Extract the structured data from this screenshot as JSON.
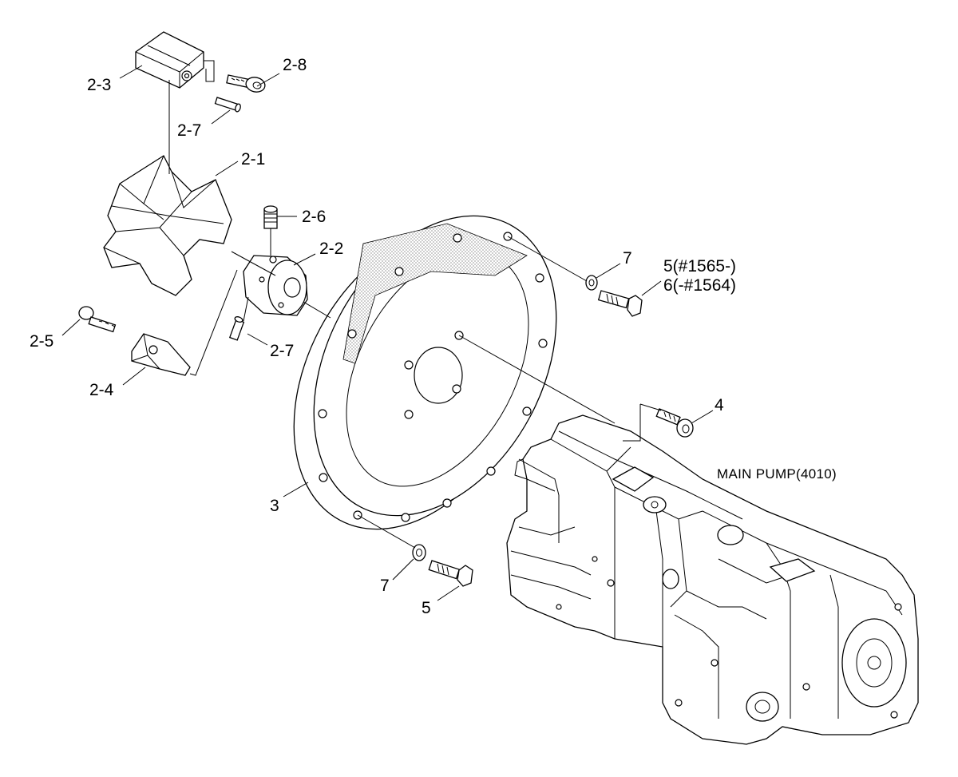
{
  "diagram": {
    "labels": {
      "l_2_8": "2-8",
      "l_2_3": "2-3",
      "l_2_7_top": "2-7",
      "l_2_1": "2-1",
      "l_2_6": "2-6",
      "l_2_2": "2-2",
      "l_2_5": "2-5",
      "l_2_7_bottom": "2-7",
      "l_2_4": "2-4",
      "l_7_top": "7",
      "l_5_serial": "5(#1565-)",
      "l_6_serial": "6(-#1564)",
      "l_4": "4",
      "l_main_pump": "MAIN PUMP(4010)",
      "l_3": "3",
      "l_7_bottom": "7",
      "l_5": "5"
    }
  }
}
